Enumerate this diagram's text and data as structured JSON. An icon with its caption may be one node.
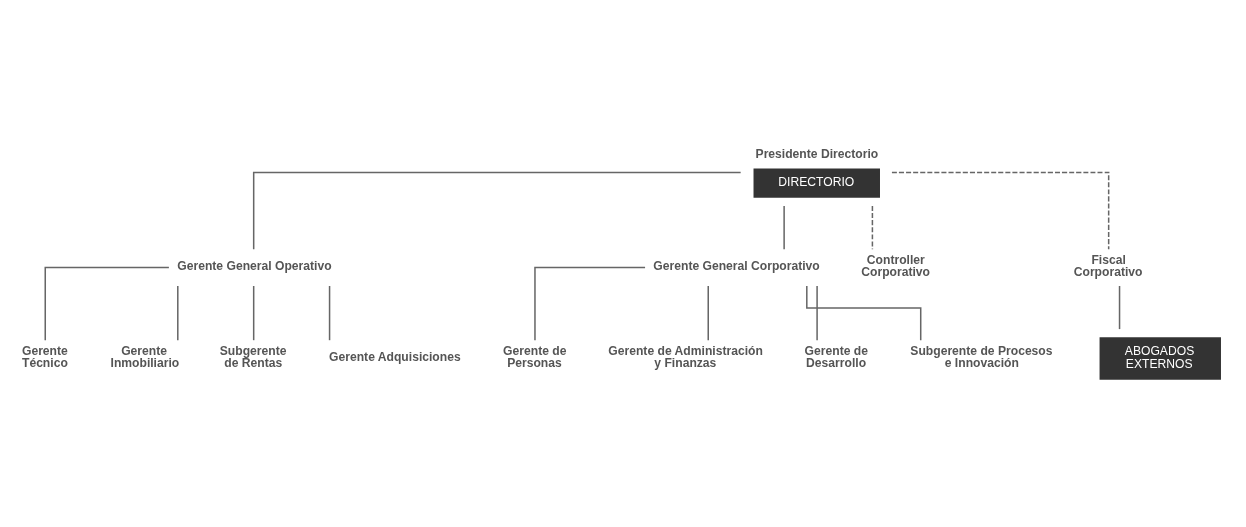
{
  "diagram": {
    "nodes": [
      {
        "text": [
          "Presidente Directorio",
          "DIRECTORIO"
        ]
      },
      {
        "text": [
          "Gerente General Operativo"
        ]
      },
      {
        "text": [
          "Gerente General Corporativo"
        ]
      },
      {
        "text": [
          "Controller Corporativo"
        ]
      },
      {
        "text": [
          "Fiscal Corporativo"
        ]
      },
      {
        "text": [
          "Gerente Técnico"
        ]
      },
      {
        "text": [
          "Gerente Inmobiliario"
        ]
      },
      {
        "text": [
          "Subgerente de Rentas"
        ]
      },
      {
        "text": [
          "Gerente Adquisiciones"
        ]
      },
      {
        "text": [
          "Gerente de Personas"
        ]
      },
      {
        "text": [
          "Gerente de Administración y Finanzas"
        ]
      },
      {
        "text": [
          "Gerente de Desarrollo"
        ]
      },
      {
        "text": [
          "Subgerente de Procesos e Innovación"
        ]
      },
      {
        "text": [
          "ABOGADOS EXTERNOS"
        ]
      }
    ],
    "edges": [
      {
        "from": 0,
        "to": 1,
        "arrow": "none"
      },
      {
        "from": 0,
        "to": 2,
        "arrow": "none"
      },
      {
        "from": 0,
        "to": 3,
        "arrow": "none",
        "style": "dashed"
      },
      {
        "from": 0,
        "to": 4,
        "arrow": "none",
        "style": "dashed"
      },
      {
        "from": 1,
        "to": 5,
        "arrow": "none"
      },
      {
        "from": 1,
        "to": 6,
        "arrow": "none"
      },
      {
        "from": 1,
        "to": 7,
        "arrow": "none"
      },
      {
        "from": 1,
        "to": 8,
        "arrow": "none"
      },
      {
        "from": 2,
        "to": 9,
        "arrow": "none"
      },
      {
        "from": 2,
        "to": 10,
        "arrow": "none"
      },
      {
        "from": 2,
        "to": 11,
        "arrow": "none"
      },
      {
        "from": 2,
        "to": 12,
        "arrow": "none"
      },
      {
        "from": 4,
        "to": 13,
        "arrow": "none"
      }
    ]
  }
}
